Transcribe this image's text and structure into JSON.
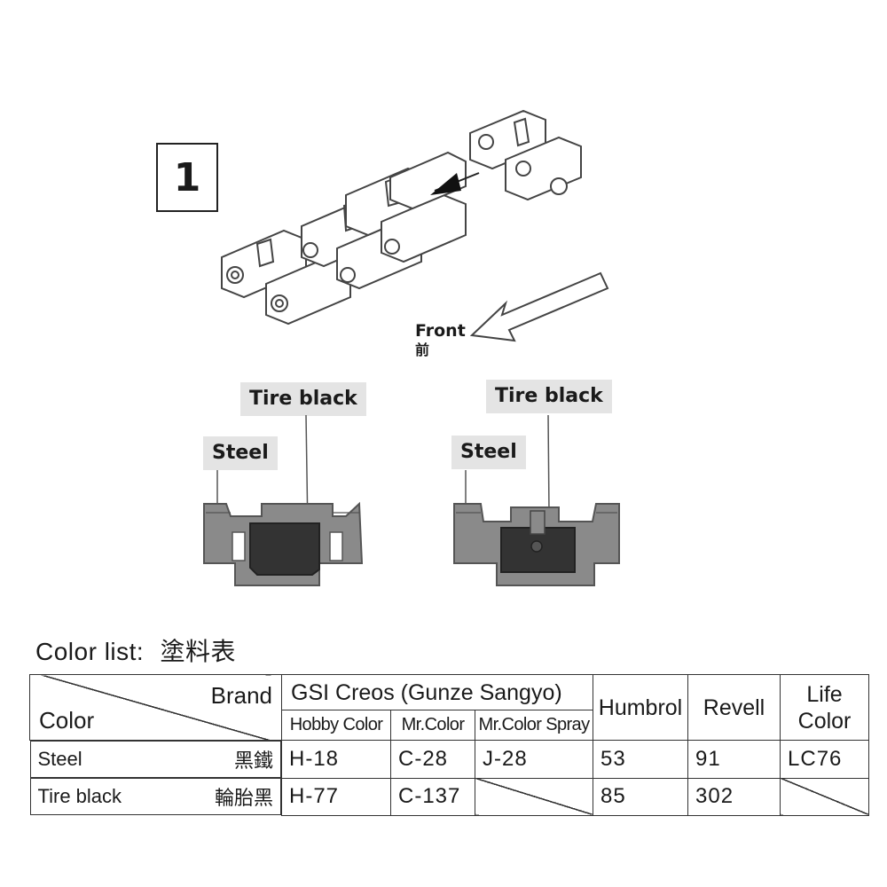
{
  "step": {
    "number": "1"
  },
  "direction": {
    "label": "Front",
    "label_zh": "前"
  },
  "diagrams": [
    {
      "steel_label": "Steel",
      "tire_label": "Tire black"
    },
    {
      "steel_label": "Steel",
      "tire_label": "Tire black"
    }
  ],
  "colors": {
    "steel": "#8a8a8a",
    "tire_black": "#333333",
    "track_stroke": "#555555"
  },
  "color_list": {
    "title": "Color list:",
    "title_zh": "塗料表",
    "header": {
      "brand": "Brand",
      "color": "Color",
      "gsi": "GSI Creos (Gunze Sangyo)",
      "hobby_color": "Hobby Color",
      "mr_color": "Mr.Color",
      "mr_color_spray": "Mr.Color Spray",
      "humbrol": "Humbrol",
      "revell": "Revell",
      "life_color": "Life Color"
    },
    "rows": [
      {
        "name": "Steel",
        "name_zh": "黑鐵",
        "hobby": "H-18",
        "mrcolor": "C-28",
        "spray": "J-28",
        "humbrol": "53",
        "revell": "91",
        "life": "LC76"
      },
      {
        "name": "Tire black",
        "name_zh": "輪胎黑",
        "hobby": "H-77",
        "mrcolor": "C-137",
        "spray": "",
        "humbrol": "85",
        "revell": "302",
        "life": ""
      }
    ]
  }
}
